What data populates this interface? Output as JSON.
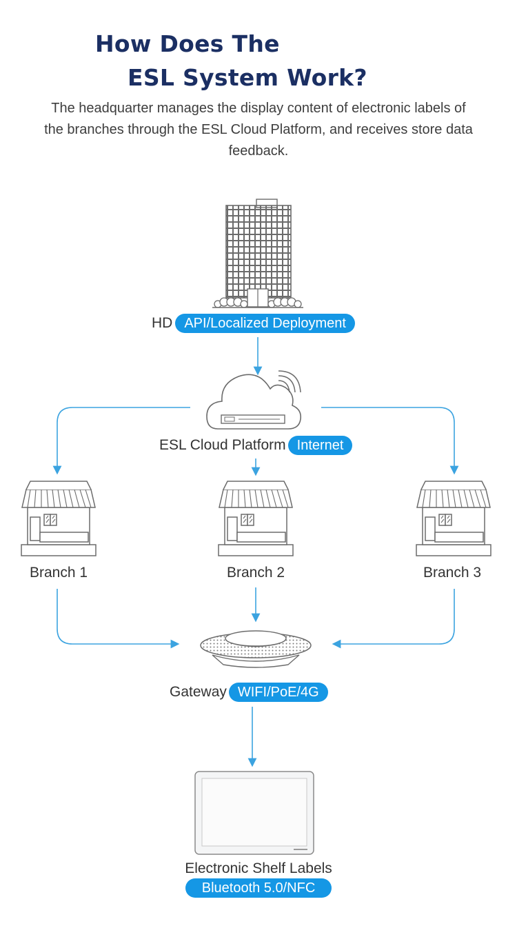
{
  "title_line1": "How Does The",
  "title_line2": "ESL System Work?",
  "subtitle": "The headquarter manages the display content of electronic labels of the branches through the ESL Cloud Platform, and receives store data feedback.",
  "hd": {
    "label": "HD",
    "tag": "API/Localized Deployment"
  },
  "cloud": {
    "label": "ESL Cloud Platform",
    "tag": "Internet"
  },
  "branches": [
    "Branch 1",
    "Branch 2",
    "Branch 3"
  ],
  "gateway": {
    "label": "Gateway",
    "tag": "WIFI/PoE/4G"
  },
  "esl": {
    "label": "Electronic Shelf Labels",
    "tag": "Bluetooth 5.0/NFC"
  },
  "colors": {
    "title": "#1b2f63",
    "accent": "#1597e5",
    "line": "#3ba3e0",
    "icon": "#6b6b6b"
  }
}
